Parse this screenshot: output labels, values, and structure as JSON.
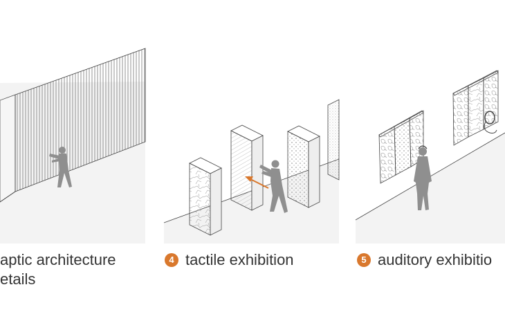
{
  "colors": {
    "accent": "#d9782d",
    "figure": "#8f8f8f",
    "line": "#444444",
    "floor": "#f3f3f3"
  },
  "panels": [
    {
      "id": "haptic",
      "number": "",
      "lines": [
        "aptic architecture",
        "etails"
      ]
    },
    {
      "id": "tactile",
      "number": "4",
      "lines": [
        "tactile exhibition"
      ]
    },
    {
      "id": "auditory",
      "number": "5",
      "lines": [
        "auditory exhibitio"
      ]
    }
  ]
}
